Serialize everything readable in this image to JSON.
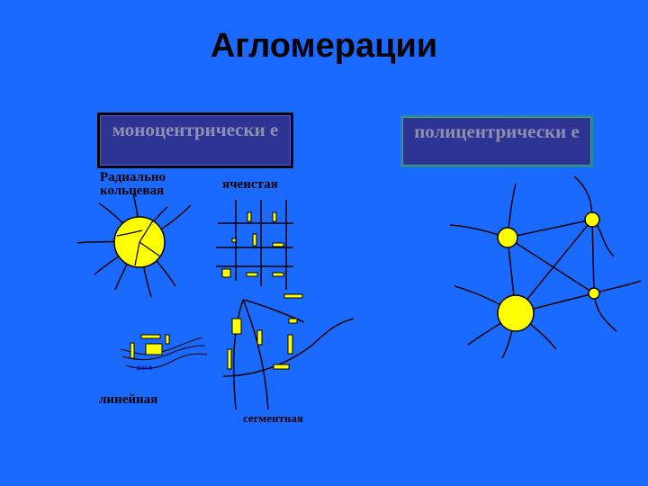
{
  "title": "Агломерации",
  "boxes": {
    "mono": "моноцентрически е",
    "poly": "полицентрически е"
  },
  "labels": {
    "radial": "Радиально кольцевая",
    "cellular": "ячеистая",
    "linear": "линейная",
    "segment": "сегментная",
    "river": "река"
  },
  "colors": {
    "background": "#1a6aff",
    "node_fill": "#ffff00",
    "box_fill": "#2e3494",
    "line": "#000000"
  }
}
